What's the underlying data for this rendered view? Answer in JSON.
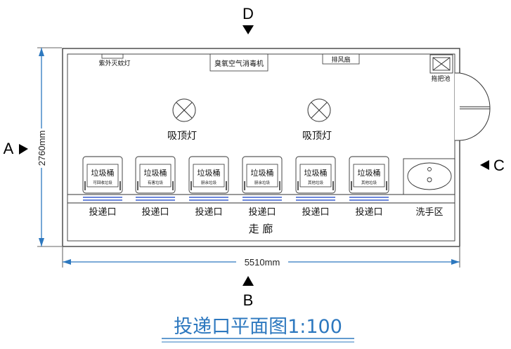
{
  "title": "投递口平面图1:100",
  "directions": {
    "a": "A",
    "b": "B",
    "c": "C",
    "d": "D"
  },
  "dimensions": {
    "width": "5510mm",
    "height": "2760mm"
  },
  "top_equipment": {
    "uv_lamp": "紫外灭蚊灯",
    "ozone_sterilizer": "臭氧空气消毒机",
    "exhaust_fan": "排风扇",
    "mop_pool": "拖把池"
  },
  "ceiling_lights": [
    "吸顶灯",
    "吸顶灯"
  ],
  "bins": [
    {
      "label": "垃圾桶",
      "type": "可回收垃圾"
    },
    {
      "label": "垃圾桶",
      "type": "有害垃圾"
    },
    {
      "label": "垃圾桶",
      "type": "厨余垃圾"
    },
    {
      "label": "垃圾桶",
      "type": "厨余垃圾"
    },
    {
      "label": "垃圾桶",
      "type": "其他垃圾"
    },
    {
      "label": "垃圾桶",
      "type": "其他垃圾"
    }
  ],
  "openings": [
    "投递口",
    "投递口",
    "投递口",
    "投递口",
    "投递口",
    "投递口"
  ],
  "wash_area": "洗手区",
  "corridor": "走 廊",
  "colors": {
    "line": "#333333",
    "accent": "#2d78bf",
    "bin_stripe": "#3a5fcd"
  }
}
